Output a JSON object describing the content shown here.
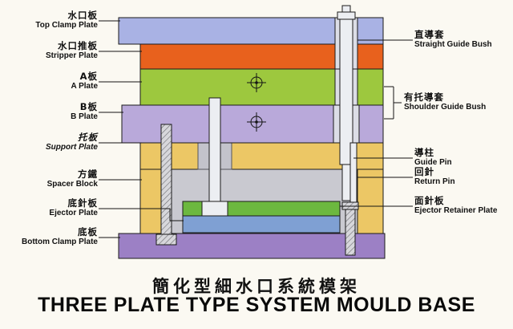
{
  "title": {
    "chinese": "簡化型細水口系統模架",
    "english": "THREE PLATE TYPE SYSTEM MOULD BASE"
  },
  "labels_left": [
    {
      "zh": "水口板",
      "en": "Top Clamp Plate"
    },
    {
      "zh": "水口推板",
      "en": "Stripper Plate"
    },
    {
      "zh": "A板",
      "en": "A Plate"
    },
    {
      "zh": "B板",
      "en": "B Plate"
    },
    {
      "zh": "托板",
      "en": "Support Plate"
    },
    {
      "zh": "方鐵",
      "en": "Spacer Block"
    },
    {
      "zh": "底針板",
      "en": "Ejector Plate"
    },
    {
      "zh": "底板",
      "en": "Bottom Clamp Plate"
    }
  ],
  "labels_right": [
    {
      "zh": "直導套",
      "en": "Straight Guide Bush"
    },
    {
      "zh": "有托導套",
      "en": "Shoulder Guide Bush"
    },
    {
      "zh": "導柱",
      "en": "Guide Pin"
    },
    {
      "zh": "回針",
      "en": "Return Pin"
    },
    {
      "zh": "面針板",
      "en": "Ejector Retainer Plate"
    }
  ],
  "colors": {
    "top_clamp_plate": "#a9b2e4",
    "stripper_plate": "#e8611d",
    "a_plate": "#9dc83e",
    "b_plate": "#b9a9da",
    "support_plate": "#ecc765",
    "spacer_block": "#ecc765",
    "ejector_retainer_plate": "#6cb83f",
    "ejector_plate": "#7fa0d3",
    "bottom_clamp_plate": "#9c80c5",
    "cavity": "#c9c9d0",
    "pocket": "#c3c3cb",
    "pin_metal": "#eceef2",
    "bush_metal": "#dcdde6",
    "outline": "#1b1b1b"
  }
}
